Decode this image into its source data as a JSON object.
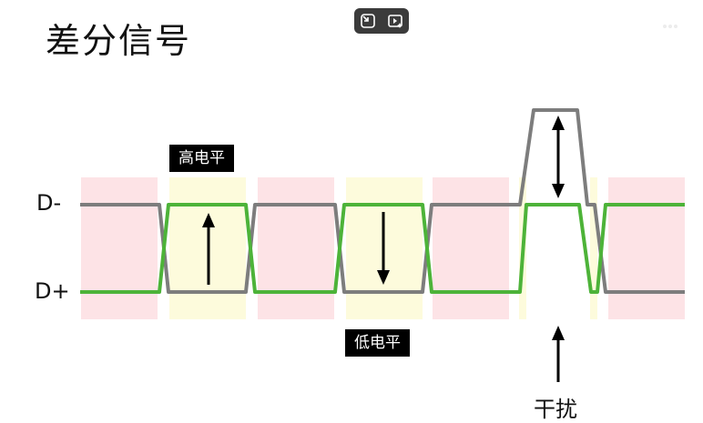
{
  "title": "差分信号",
  "toolbar": {
    "icons": [
      "exit-fullscreen-icon",
      "video-sparkle-icon"
    ]
  },
  "signals": {
    "minus_label": "D-",
    "plus_label": "D+"
  },
  "annotations": {
    "high_level": "高电平",
    "low_level": "低电平",
    "interference": "干扰"
  },
  "colors": {
    "d_minus": "#7d7d7d",
    "d_plus": "#4db339",
    "high_region": "#fdfbdc",
    "low_region": "#fde3e6"
  }
}
